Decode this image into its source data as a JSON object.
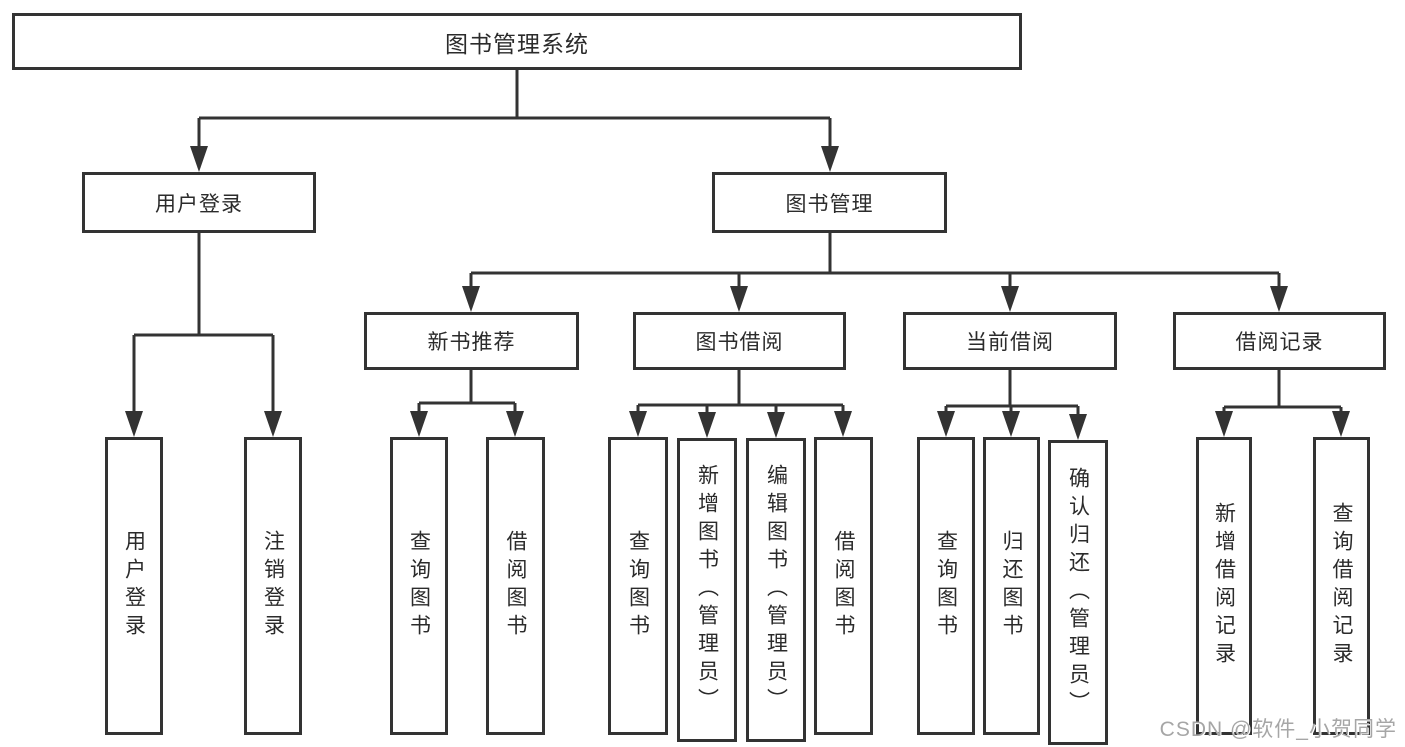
{
  "diagram": {
    "type": "hierarchy-tree",
    "colors": {
      "line": "#333333",
      "box_border": "#333333",
      "box_fill": "#ffffff",
      "text": "#2b2b2b",
      "background": "#ffffff",
      "watermark": "#a6a6a6"
    },
    "tree": {
      "label": "图书管理系统",
      "children": [
        {
          "label": "用户登录",
          "children": [
            {
              "label": "用户登录"
            },
            {
              "label": "注销登录"
            }
          ]
        },
        {
          "label": "图书管理",
          "children": [
            {
              "label": "新书推荐",
              "children": [
                {
                  "label": "查询图书"
                },
                {
                  "label": "借阅图书"
                }
              ]
            },
            {
              "label": "图书借阅",
              "children": [
                {
                  "label": "查询图书"
                },
                {
                  "label": "新增图书（管理员）"
                },
                {
                  "label": "编辑图书（管理员）"
                },
                {
                  "label": "借阅图书"
                }
              ]
            },
            {
              "label": "当前借阅",
              "children": [
                {
                  "label": "查询图书"
                },
                {
                  "label": "归还图书"
                },
                {
                  "label": "确认归还（管理员）"
                }
              ]
            },
            {
              "label": "借阅记录",
              "children": [
                {
                  "label": "新增借阅记录"
                },
                {
                  "label": "查询借阅记录"
                }
              ]
            }
          ]
        }
      ]
    }
  },
  "watermark": {
    "text": "CSDN @软件_小贺同学"
  }
}
